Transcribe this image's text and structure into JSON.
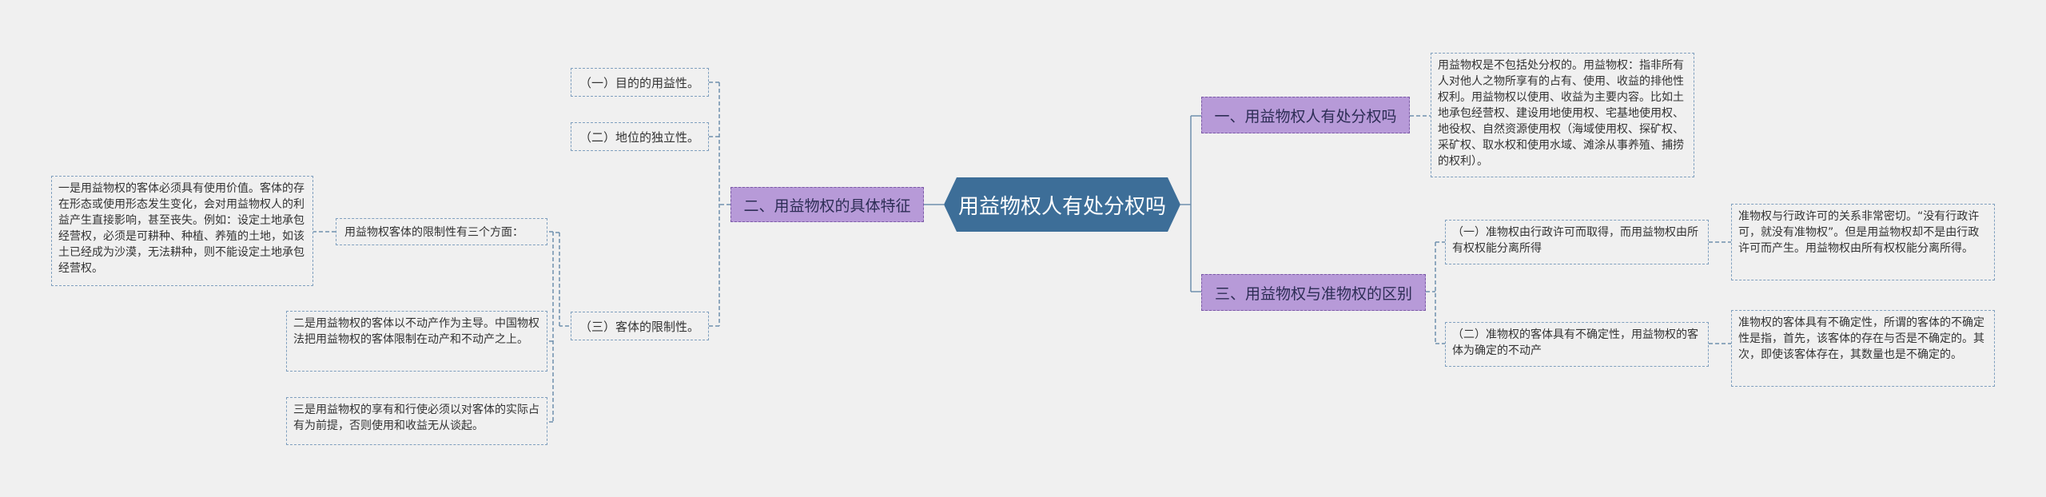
{
  "central": "用益物权人有处分权吗",
  "left": {
    "main": "二、用益物权的具体特征",
    "items": [
      "（一）目的的用益性。",
      "（二）地位的独立性。",
      "（三）客体的限制性。"
    ],
    "restriction_intro": "用益物权客体的限制性有三个方面：",
    "restriction_points": [
      "一是用益物权的客体必须具有使用价值。客体的存在形态或使用形态发生变化，会对用益物权人的利益产生直接影响，甚至丧失。例如：设定土地承包经营权，必须是可耕种、种植、养殖的土地，如该土已经成为沙漠，无法耕种，则不能设定土地承包经营权。",
      "二是用益物权的客体以不动产作为主导。中国物权法把用益物权的客体限制在动产和不动产之上。",
      "三是用益物权的享有和行使必须以对客体的实际占有为前提，否则使用和收益无从谈起。"
    ]
  },
  "right": {
    "disposal": {
      "main": "一、用益物权人有处分权吗",
      "detail": "用益物权是不包括处分权的。用益物权：指非所有人对他人之物所享有的占有、使用、收益的排他性权利。用益物权以使用、收益为主要内容。比如土地承包经营权、建设用地使用权、宅基地使用权、地役权、自然资源使用权（海域使用权、探矿权、采矿权、取水权和使用水域、滩涂从事养殖、捕捞的权利）。"
    },
    "difference": {
      "main": "三、用益物权与准物权的区别",
      "items": [
        {
          "label": "（一）准物权由行政许可而取得，而用益物权由所有权权能分离所得",
          "detail": "准物权与行政许可的关系非常密切。“没有行政许可，就没有准物权”。但是用益物权却不是由行政许可而产生。用益物权由所有权权能分离所得。"
        },
        {
          "label": "（二）准物权的客体具有不确定性，用益物权的客体为确定的不动产",
          "detail": "准物权的客体具有不确定性，所谓的客体的不确定性是指，首先，该客体的存在与否是不确定的。其次，即使该客体存在，其数量也是不确定的。"
        }
      ]
    }
  },
  "colors": {
    "central": "#3d6e98",
    "main_branch": "#b79ad8",
    "connector": "#6f8fae"
  }
}
